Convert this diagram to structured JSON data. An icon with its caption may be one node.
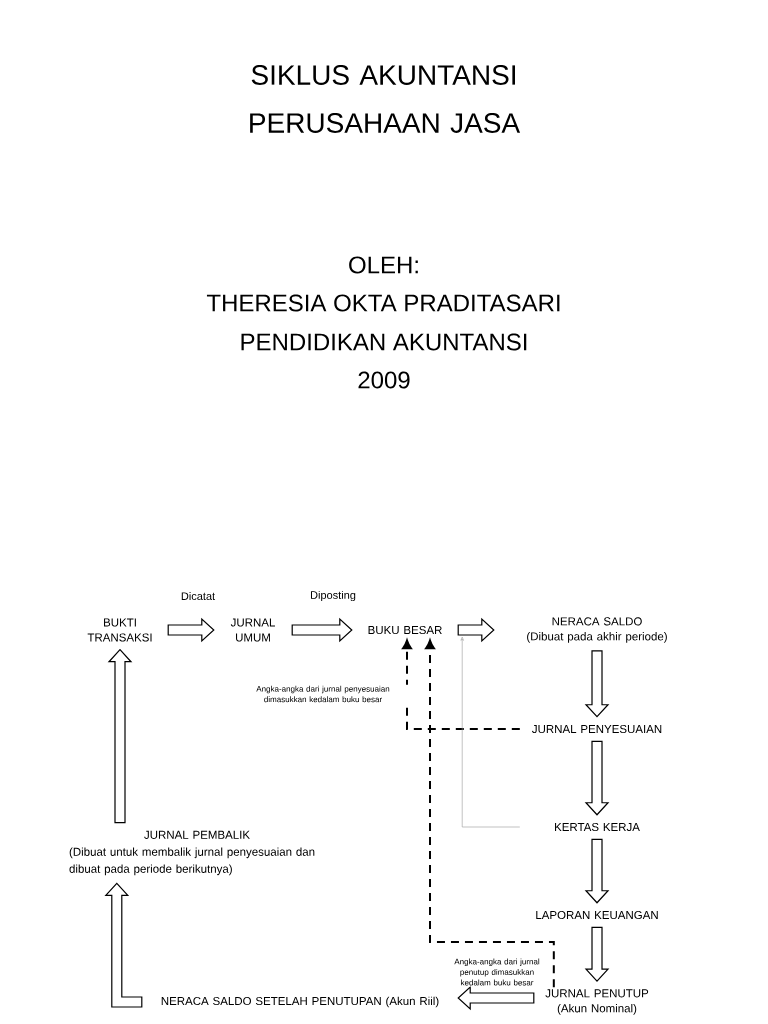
{
  "diagram": {
    "title": "SIKLUS AKUNTANSI PERUSAHAAN JASA",
    "nodes": [
      {
        "text": [
          "BUKTI TRANSAKSI"
        ]
      },
      {
        "text": [
          "JURNAL UMUM"
        ]
      },
      {
        "text": [
          "BUKU BESAR"
        ]
      },
      {
        "text": [
          "NERACA SALDO",
          "(Dibuat pada akhir periode)"
        ]
      },
      {
        "text": [
          "JURNAL PENYESUAIAN"
        ]
      },
      {
        "text": [
          "KERTAS KERJA"
        ]
      },
      {
        "text": [
          "LAPORAN KEUANGAN"
        ]
      },
      {
        "text": [
          "JURNAL PENUTUP",
          "(Akun Nominal)"
        ]
      },
      {
        "text": [
          "NERACA SALDO SETELAH PENUTUPAN (Akun Riil)"
        ]
      },
      {
        "text": [
          "JURNAL PEMBALIK",
          "(Dibuat untuk membalik jurnal penyesuaian dan dibuat pada periode berikutnya)"
        ]
      }
    ],
    "edges": [
      {
        "from": 0,
        "to": 1,
        "arrow": "to",
        "label": "Dicatat"
      },
      {
        "from": 1,
        "to": 2,
        "arrow": "to",
        "label": "Diposting"
      },
      {
        "from": 2,
        "to": 3,
        "arrow": "to"
      },
      {
        "from": 3,
        "to": 4,
        "arrow": "to"
      },
      {
        "from": 4,
        "to": 5,
        "arrow": "to"
      },
      {
        "from": 5,
        "to": 6,
        "arrow": "to"
      },
      {
        "from": 6,
        "to": 7,
        "arrow": "to"
      },
      {
        "from": 7,
        "to": 8,
        "arrow": "to"
      },
      {
        "from": 8,
        "to": 9,
        "arrow": "to"
      },
      {
        "from": 9,
        "to": 0,
        "arrow": "to"
      },
      {
        "from": 4,
        "to": 2,
        "arrow": "to",
        "style": "dashed",
        "label": "Angka-angka dari jurnal penyesuaian dimasukkan kedalam buku besar"
      },
      {
        "from": 7,
        "to": 2,
        "arrow": "to",
        "style": "dashed",
        "label": "Angka-angka dari jurnal penutup dimasukkan kedalam buku besar"
      },
      {
        "from": 5,
        "to": 2,
        "arrow": "to",
        "color": "#999999"
      }
    ],
    "labels": [
      "OLEH:",
      "THERESIA OKTA PRADITASARI",
      "PENDIDIKAN AKUNTANSI",
      "2009"
    ]
  }
}
